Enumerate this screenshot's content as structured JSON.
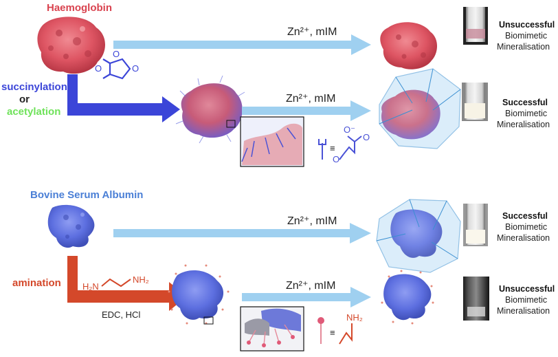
{
  "headers": {
    "haemoglobin": "Haemoglobin",
    "bsa": "Bovine Serum Albumin"
  },
  "modifications": {
    "succinylation": "succinylation",
    "or": "or",
    "acetylation": "acetylation",
    "amination": "amination",
    "amination_reagents": "EDC, HCl"
  },
  "reagents": {
    "row1": "Zn²⁺, mIM",
    "row2": "Zn²⁺, mIM",
    "row3": "Zn²⁺, mIM",
    "row4": "Zn²⁺, mIM"
  },
  "results": {
    "row1": {
      "status": "Unsuccessful",
      "line2": "Biomimetic",
      "line3": "Mineralisation"
    },
    "row2": {
      "status": "Successful",
      "line2": "Biomimetic",
      "line3": "Mineralisation"
    },
    "row3": {
      "status": "Successful",
      "line2": "Biomimetic",
      "line3": "Mineralisation"
    },
    "row4": {
      "status": "Unsuccessful",
      "line2": "Biomimetic",
      "line3": "Mineralisation"
    }
  },
  "chem_labels": {
    "ethylenediamine_left": "H₂N",
    "ethylenediamine_right": "NH₂",
    "amine_group": "NH₂",
    "oxygen": "O",
    "oxygen_minus": "O⁻",
    "equiv": "≡"
  },
  "colors": {
    "haemoglobin": "#d9434f",
    "bsa": "#4a7fd6",
    "succinylation": "#3b45d8",
    "acetylation": "#6fe25a",
    "amination": "#d4482a",
    "arrow": "#9fd0f0",
    "protein_red": "#e05a66",
    "protein_blue": "#5c6fe0"
  }
}
